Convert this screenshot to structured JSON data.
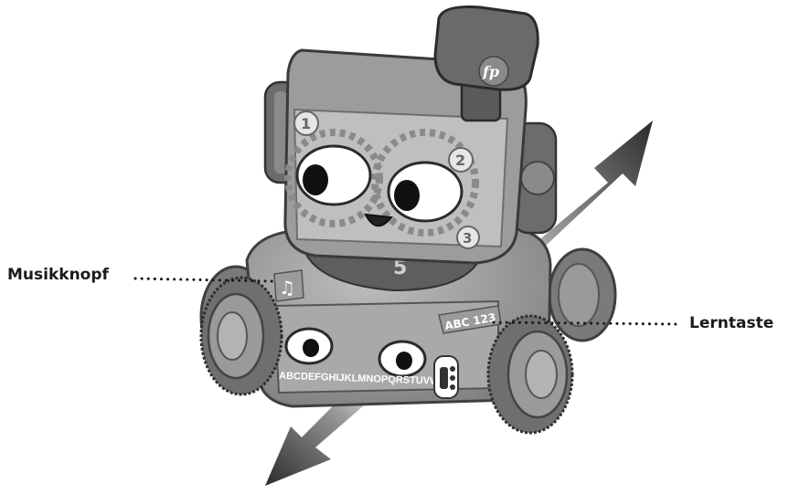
{
  "callouts": {
    "music_button": "Musikknopf",
    "learn_button": "Lerntaste"
  },
  "robot_markings": {
    "brand_logo": "fp",
    "gear_numbers": [
      "1",
      "2",
      "3"
    ],
    "alphabet_strip": "ABCDEFGHIJKLMNOPQRSTUVWXYZ",
    "learn_button_glyphs": "ABC 123",
    "base_number": "5"
  },
  "colors": {
    "robot_grey": "#8f8f8f",
    "robot_dark": "#4a4a4a",
    "label_text": "#1a1a1a",
    "arrow_dark": "#2b2b2b"
  }
}
